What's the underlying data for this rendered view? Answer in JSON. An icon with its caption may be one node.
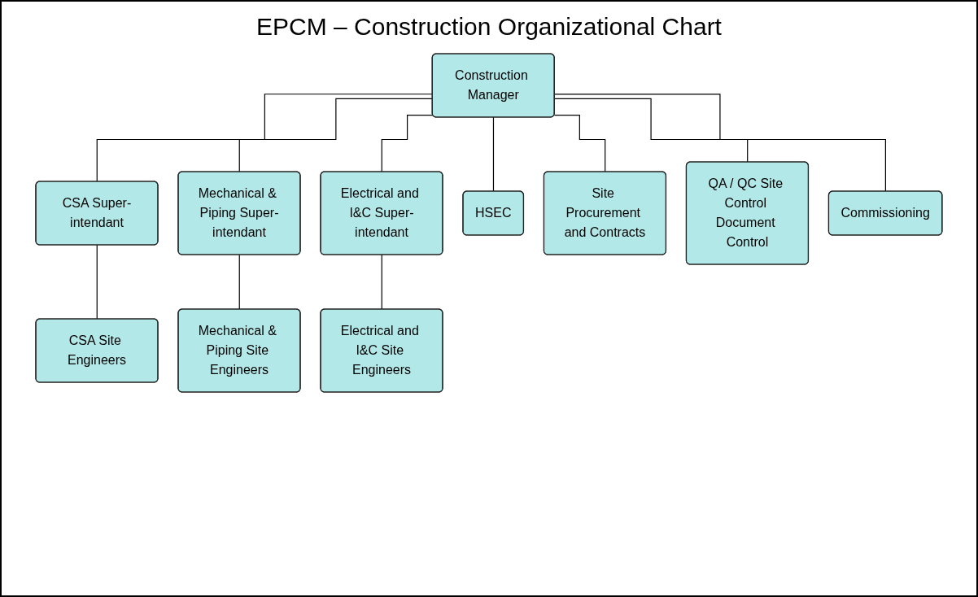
{
  "diagram": {
    "title": "EPCM – Construction Organizational Chart",
    "nodes": [
      {
        "text": [
          "Construction Manager"
        ]
      },
      {
        "text": [
          "CSA Super-intendant"
        ]
      },
      {
        "text": [
          "Mechanical & Piping Super-intendant"
        ]
      },
      {
        "text": [
          "Electrical and I&C Super-intendant"
        ]
      },
      {
        "text": [
          "HSEC"
        ]
      },
      {
        "text": [
          "Site Procurement and Contracts"
        ]
      },
      {
        "text": [
          "QA / QC Site Control Document Control"
        ]
      },
      {
        "text": [
          "Commissioning"
        ]
      },
      {
        "text": [
          "CSA Site Engineers"
        ]
      },
      {
        "text": [
          "Mechanical & Piping Site Engineers"
        ]
      },
      {
        "text": [
          "Electrical and I&C Site Engineers"
        ]
      }
    ],
    "edges": [
      {
        "from": 0,
        "to": 1,
        "arrow": "none"
      },
      {
        "from": 0,
        "to": 2,
        "arrow": "none"
      },
      {
        "from": 0,
        "to": 3,
        "arrow": "none"
      },
      {
        "from": 0,
        "to": 4,
        "arrow": "none"
      },
      {
        "from": 0,
        "to": 5,
        "arrow": "none"
      },
      {
        "from": 0,
        "to": 6,
        "arrow": "none"
      },
      {
        "from": 0,
        "to": 7,
        "arrow": "none"
      },
      {
        "from": 1,
        "to": 8,
        "arrow": "none"
      },
      {
        "from": 2,
        "to": 9,
        "arrow": "none"
      },
      {
        "from": 3,
        "to": 10,
        "arrow": "none"
      }
    ]
  }
}
